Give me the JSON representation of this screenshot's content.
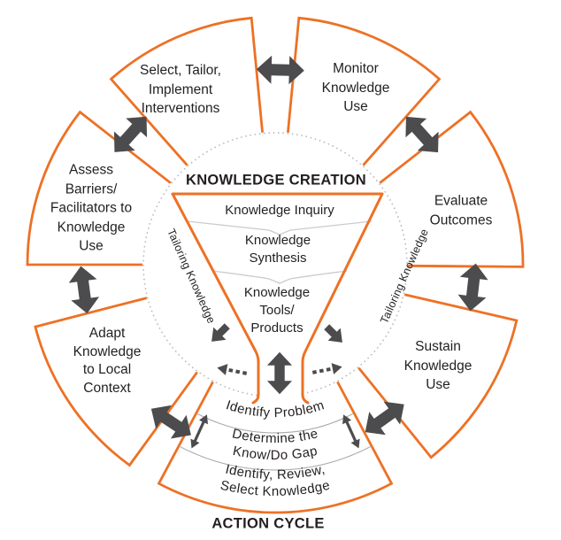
{
  "diagram": {
    "top_section_label": "KNOWLEDGE CREATION",
    "bottom_section_label": "ACTION CYCLE"
  },
  "funnel": {
    "row1_line1": "Knowledge Inquiry",
    "row2_line1": "Knowledge",
    "row2_line2": "Synthesis",
    "row3_line1": "Knowledge",
    "row3_line2": "Tools/",
    "row3_line3": "Products",
    "left_side_label": "Tailoring Knowledge",
    "right_side_label": "Tailoring Knowledge"
  },
  "petals": {
    "select": {
      "line1": "Select, Tailor,",
      "line2": "Implement",
      "line3": "Interventions"
    },
    "monitor": {
      "line1": "Monitor",
      "line2": "Knowledge",
      "line3": "Use"
    },
    "evaluate": {
      "line1": "Evaluate",
      "line2": "Outcomes"
    },
    "sustain": {
      "line1": "Sustain",
      "line2": "Knowledge",
      "line3": "Use"
    },
    "adapt": {
      "line1": "Adapt",
      "line2": "Knowledge",
      "line3": "to Local",
      "line4": "Context"
    },
    "assess": {
      "line1": "Assess",
      "line2": "Barriers/",
      "line3": "Facilitators to",
      "line4": "Knowledge",
      "line5": "Use"
    }
  },
  "action_rings": {
    "ring1_line1": "Identify Problem",
    "ring2_line1": "Determine the",
    "ring2_line2": "Know/Do Gap",
    "ring3_line1": "Identify, Review,",
    "ring3_line2": "Select Knowledge"
  },
  "colors": {
    "orange": "#ED7125",
    "arrow_gray": "#4C4C4E",
    "text": "#231F20",
    "dotted_circle": "#B7B7B7",
    "ring_separator": "#ABABAB",
    "funnel_divider": "#CCCCCC"
  }
}
